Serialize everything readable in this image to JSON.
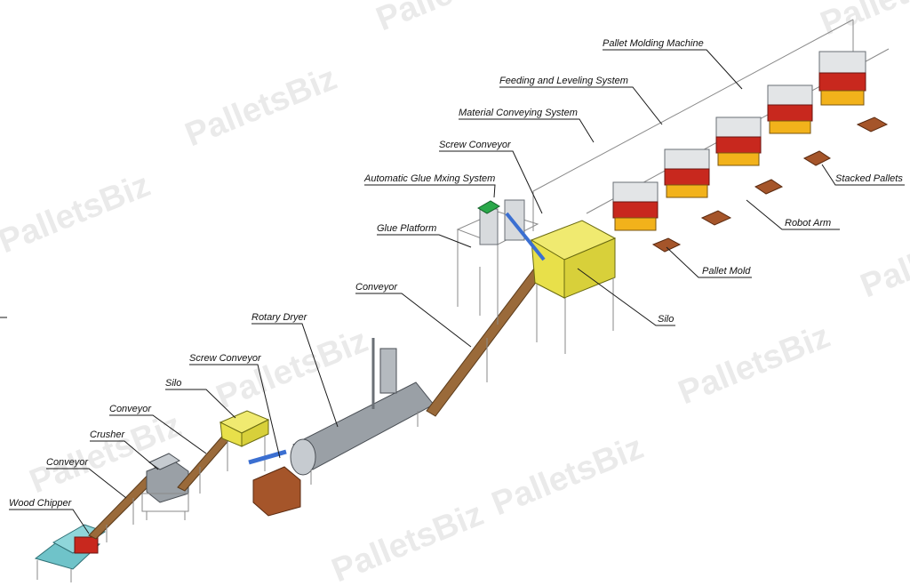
{
  "watermark": "PalletsBiz",
  "labels": {
    "pallet_molding_machine": "Pallet Molding Machine",
    "feeding_leveling": "Feeding and Leveling System",
    "material_conveying": "Material Conveying System",
    "screw_conveyor_top": "Screw Conveyor",
    "glue_mixing": "Automatic Glue Mxing System",
    "glue_platform": "Glue Platform",
    "stacked_pallets": "Stacked Pallets",
    "robot_arm": "Robot Arm",
    "pallet_mold": "Pallet Mold",
    "silo_right": "Silo",
    "conveyor_mid": "Conveyor",
    "rotary_dryer": "Rotary Dryer",
    "screw_conveyor_left": "Screw Conveyor",
    "silo_left": "Silo",
    "conveyor_upper_left": "Conveyor",
    "crusher": "Crusher",
    "conveyor_lower_left": "Conveyor",
    "wood_chipper": "Wood Chipper"
  },
  "colors": {
    "machine_red": "#c8281e",
    "machine_yellow": "#f2b21b",
    "silo_yellow": "#e8e04a",
    "conveyor_brown": "#9a6a3a",
    "dryer_gray": "#9aa0a6",
    "chipper_cyan": "#6fc3c9",
    "pallet_brown": "#a5552a",
    "glue_green": "#2aa84a",
    "pipe_blue": "#3b6fd1"
  }
}
